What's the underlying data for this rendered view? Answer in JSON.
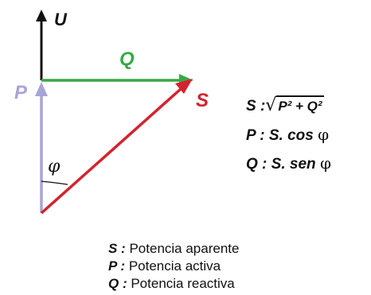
{
  "diagram": {
    "labels": {
      "u": "U",
      "q": "Q",
      "p": "P",
      "s": "S",
      "phi": "φ"
    },
    "colors": {
      "u_axis": "#111111",
      "q_vector": "#3aa845",
      "p_vector": "#a9a4d6",
      "s_vector": "#d3232e"
    }
  },
  "formulas": [
    {
      "lhs": "S :",
      "rhs": "P² + Q²",
      "type": "sqrt"
    },
    {
      "lhs": "P :",
      "rhs": "S. cos",
      "phi": "φ",
      "type": "trig"
    },
    {
      "lhs": "Q :",
      "rhs": "S. sen",
      "phi": "φ",
      "type": "trig"
    }
  ],
  "legend": [
    {
      "key": "S :",
      "text": "Potencia aparente"
    },
    {
      "key": "P :",
      "text": "Potencia activa"
    },
    {
      "key": "Q :",
      "text": "Potencia reactiva"
    }
  ]
}
